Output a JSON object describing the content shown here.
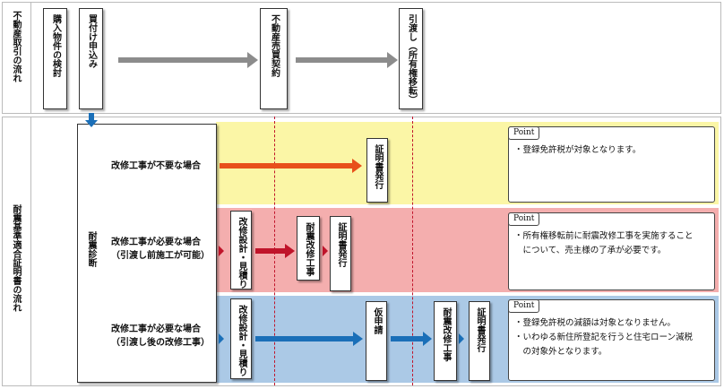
{
  "section1": {
    "side_label": "不動産取引の流れ",
    "boxes": [
      "購入物件の検討",
      "買付け申込み",
      "不動産売買契約",
      "引渡し（所有権移転）"
    ]
  },
  "section2": {
    "side_label": "耐震基準適合証明書の流れ",
    "diagnosis": "耐震診断",
    "rows": [
      {
        "label_lines": [
          "改修工事が不要な場合"
        ],
        "boxes": [
          "証明書発行"
        ],
        "point_tag": "Point",
        "point_lines": [
          "・登録免許税が対象となります。"
        ]
      },
      {
        "label_lines": [
          "改修工事が必要な場合",
          "（引渡し前施工が可能）"
        ],
        "boxes": [
          "改修設計・見積り",
          "耐震改修工事",
          "証明書発行"
        ],
        "point_tag": "Point",
        "point_lines": [
          "・所有権移転前に耐震改修工事を実施すること",
          "　について、売主様の了承が必要です。"
        ]
      },
      {
        "label_lines": [
          "改修工事が必要な場合",
          "（引渡し後の改修工事）"
        ],
        "boxes": [
          "改修設計・見積り",
          "仮申請",
          "耐震改修工事",
          "証明書発行"
        ],
        "point_tag": "Point",
        "point_lines": [
          "・登録免許税の減額は対象となりません。",
          "・いわゆる新住所登記を行うと住宅ローン減税",
          "　の対象外となります。"
        ]
      }
    ]
  },
  "colors": {
    "row1_bg": "#fbf6a6",
    "row2_bg": "#f4aeae",
    "row3_bg": "#abc9e6",
    "arrow_gray": "#8c8c8c",
    "arrow_orange": "#e8501a",
    "arrow_red": "#c0142a",
    "arrow_blue": "#1a6fb8",
    "divider_red": "#c0142a"
  }
}
